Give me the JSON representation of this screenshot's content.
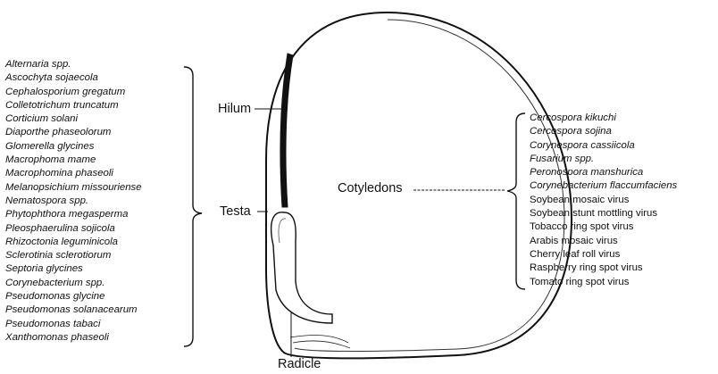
{
  "labels": {
    "hilum": "Hilum",
    "testa": "Testa",
    "cotyledons": "Cotyledons",
    "radicle": "Radicle"
  },
  "testa_pathogens": [
    {
      "text": "Alternaria spp."
    },
    {
      "text": "Ascochyta sojaecola"
    },
    {
      "text": "Cephalosporium gregatum"
    },
    {
      "text": "Colletotrichum truncatum"
    },
    {
      "text": "Corticium solani"
    },
    {
      "text": "Diaporthe phaseolorum"
    },
    {
      "text": "Glomerella glycines"
    },
    {
      "text": "Macrophoma mame"
    },
    {
      "text": "Macrophomina phaseoli"
    },
    {
      "text": "Melanopsichium missouriense"
    },
    {
      "text": "Nematospora spp."
    },
    {
      "text": "Phytophthora megasperma"
    },
    {
      "text": "Pleosphaerulina sojicola"
    },
    {
      "text": "Rhizoctonia leguminicola"
    },
    {
      "text": "Sclerotinia sclerotiorum"
    },
    {
      "text": "Septoria glycines"
    },
    {
      "text": "Corynebacterium spp."
    },
    {
      "text": "Pseudomonas glycine"
    },
    {
      "text": "Pseudomonas solanacearum"
    },
    {
      "text": "Pseudomonas tabaci"
    },
    {
      "text": "Xanthomonas phaseoli"
    }
  ],
  "cotyledon_pathogens": [
    {
      "text": "Cercospora kikuchi"
    },
    {
      "text": "Cercospora sojina"
    },
    {
      "text": "Corynespora cassiicola"
    },
    {
      "text": "Fusarium spp."
    },
    {
      "text": "Peronospora manshurica"
    },
    {
      "text": "Corynebacterium flaccumfaciens"
    },
    {
      "text": "Soybean mosaic virus"
    },
    {
      "text": "Soybean stunt mottling virus"
    },
    {
      "text": "Tobacco ring spot virus"
    },
    {
      "text": "Arabis mosaic virus"
    },
    {
      "text": "Cherry leaf roll virus"
    },
    {
      "text": "Raspberry ring spot virus"
    },
    {
      "text": "Tomato ring spot virus"
    }
  ]
}
